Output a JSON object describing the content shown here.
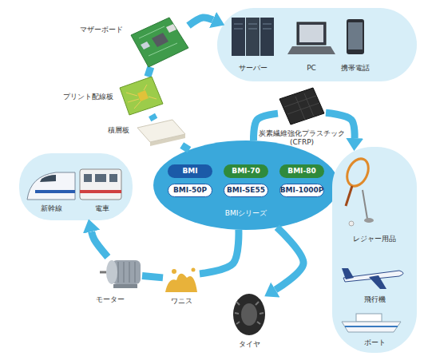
{
  "diagram": {
    "nodes": [
      {
        "text": [
          "BMIシリーズ"
        ]
      },
      {
        "text": [
          "BMI"
        ],
        "in": 0
      },
      {
        "text": [
          "BMI-70"
        ],
        "in": 0
      },
      {
        "text": [
          "BMI-80"
        ],
        "in": 0
      },
      {
        "text": [
          "BMI-50P"
        ],
        "in": 0
      },
      {
        "text": [
          "BMI-SE55"
        ],
        "in": 0
      },
      {
        "text": [
          "BMI-1000P"
        ],
        "in": 0
      },
      {
        "text": [
          "積層板"
        ]
      },
      {
        "text": [
          "プリント配線板"
        ]
      },
      {
        "text": [
          "マザーボード"
        ]
      },
      {
        "text": [
          "サーバー",
          "PC",
          "携帯電話"
        ]
      },
      {
        "text": [
          "炭素繊維強化プラスチック (CFRP)"
        ]
      },
      {
        "text": [
          "レジャー用品",
          "飛行機",
          "ボート"
        ]
      },
      {
        "text": [
          "タイヤ"
        ]
      },
      {
        "text": [
          "ワニス"
        ]
      },
      {
        "text": [
          "モーター"
        ]
      },
      {
        "text": [
          "新幹線",
          "電車"
        ]
      }
    ],
    "edges": [
      {
        "from": 0,
        "to": 7,
        "arrow": "none"
      },
      {
        "from": 7,
        "to": 8,
        "arrow": "none"
      },
      {
        "from": 8,
        "to": 9,
        "arrow": "none"
      },
      {
        "from": 9,
        "to": 10,
        "arrow": "to"
      },
      {
        "from": 0,
        "to": 11,
        "arrow": "none"
      },
      {
        "from": 11,
        "to": 12,
        "arrow": "to"
      },
      {
        "from": 0,
        "to": 13,
        "arrow": "to"
      },
      {
        "from": 0,
        "to": 14,
        "arrow": "none"
      },
      {
        "from": 14,
        "to": 15,
        "arrow": "none"
      },
      {
        "from": 15,
        "to": 16,
        "arrow": "to"
      }
    ]
  }
}
